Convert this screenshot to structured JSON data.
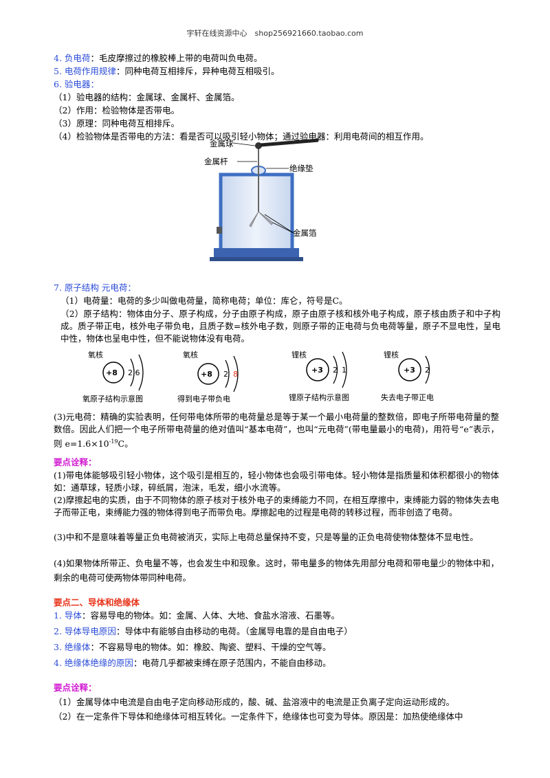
{
  "header": "宇轩在线资源中心　shop256921660.taobao.com",
  "items": {
    "i4": {
      "num": "4.",
      "term": "负电荷",
      "text": "：毛皮摩擦过的橡胶棒上带的电荷叫负电荷。"
    },
    "i5": {
      "num": "5.",
      "term": "电荷作用规律",
      "text": "：同种电荷互相排斥，异种电荷互相吸引。"
    },
    "i6": {
      "num": "6.",
      "term": "验电器",
      "text": "："
    },
    "i6a": "（1）验电器的结构：金属球、金属杆、金属箔。",
    "i6b": "（2）作用：检验物体是否带电。",
    "i6c": "（3）原理：同种电荷互相排斥。",
    "i6d": "（4）检验物体是否带电的方法：看是否可以吸引轻小物体；通过验电器：利用电荷间的相互作用。"
  },
  "electroscope": {
    "ball": "金属球",
    "rod": "金属杆",
    "pad": "绝缘垫",
    "foil": "金属箔"
  },
  "atom": {
    "num": "7.",
    "term": "原子结构  元电荷",
    "colon": "：",
    "p1": "（1）电荷量：电荷的多少叫做电荷量，简称电荷；单位：库仑，符号是C。",
    "p2": "（2）原子结构：物体由分子、原子构成，分子由原子构成，原子由原子核和核外电子构成，原子核由质子和中子构成。质子带正电，核外电子带负电，且质子数=核外电子数，则原子带的正电荷与负电荷等量，原子不显电性，呈电中性，物体也呈电中性，但不能说物体没有电荷。",
    "diagrams": [
      {
        "nucleus_label": "氧核",
        "core": "+8",
        "shells": "2 6",
        "caption": "氧原子结构示意图"
      },
      {
        "nucleus_label": "氧核",
        "core": "+8",
        "shells": "2",
        "extra": "8",
        "caption": "得到电子带负电"
      },
      {
        "nucleus_label": "锂核",
        "core": "+3",
        "shells": "2",
        "extra": "1",
        "caption": "锂原子结构示意图"
      },
      {
        "nucleus_label": "锂核",
        "core": "+3",
        "shells": "2",
        "caption": "失去电子带正电"
      }
    ],
    "p3a": "(3)元电荷：精确的实验表明，任何带电体所带的电荷量总是等于某一个最小电荷量的整数倍，即电子所带电荷量的整数倍。因此人们把一个电子所带电荷量的绝对值叫“基本电荷”，也叫“元电荷”(带电量最小的电荷)，用符号“e”表示，则 e=1.6×10",
    "p3exp": "-19",
    "p3b": "C。"
  },
  "notes1": {
    "title": "要点诠释：",
    "n1": "(1)带电体能够吸引轻小物体，这个吸引是相互的，轻小物体也会吸引带电体。轻小物体是指质量和体积都很小的物体如：通草球，轻质小球，碎纸屑，泡沫，毛发，细小水流等。",
    "n2": "(2)摩擦起电的实质，由于不同物体的原子核对于核外电子的束缚能力不同，在相互摩擦中，束缚能力弱的物体失去电子而带正电，束缚能力强的物体得到电子而带负电。摩擦起电的过程是电荷的转移过程，而非创造了电荷。",
    "n3": "(3)中和不是意味着等量正负电荷被消灭，实际上电荷总量保持不变，只是等量的正负电荷使物体整体不显电性。",
    "n4": "(4)如果物体所带正、负电量不等，也会发生中和现象。这时，带电量多的物体先用部分电荷和带电量少的物体中和，剩余的电荷可使两物体带同种电荷。"
  },
  "section2": {
    "title": "要点二、导体和绝缘体",
    "c1": {
      "num": "1.",
      "term": "导体",
      "text": "：容易导电的物体。如：金属、人体、大地、食盐水溶液、石墨等。"
    },
    "c2": {
      "num": "2.",
      "term": "导体导电原因",
      "text": "：导体中有能够自由移动的电荷。（金属导电靠的是自由电子）"
    },
    "c3": {
      "num": "3.",
      "term": "绝缘体",
      "text": "：不容易导电的物体。如：橡胶、陶瓷、塑料、干燥的空气等。"
    },
    "c4": {
      "num": "4.",
      "term": "绝缘体绝缘的原因",
      "text": "：电荷几乎都被束缚在原子范围内，不能自由移动。"
    }
  },
  "notes2": {
    "title": "要点诠释：",
    "n1": "（1）金属导体中电流是自由电子定向移动形成的，酸、碱、盐溶液中的电流是正负离子定向运动形成的。",
    "n2": "（2）在一定条件下导体和绝缘体可相互转化。一定条件下，绝缘体也可变为导体。原因是：加热使绝缘体中"
  },
  "colors": {
    "blue": "#2a4bd8",
    "red": "#e8331a",
    "magenta": "#d21fd2",
    "glass": "#4a7bc8"
  }
}
